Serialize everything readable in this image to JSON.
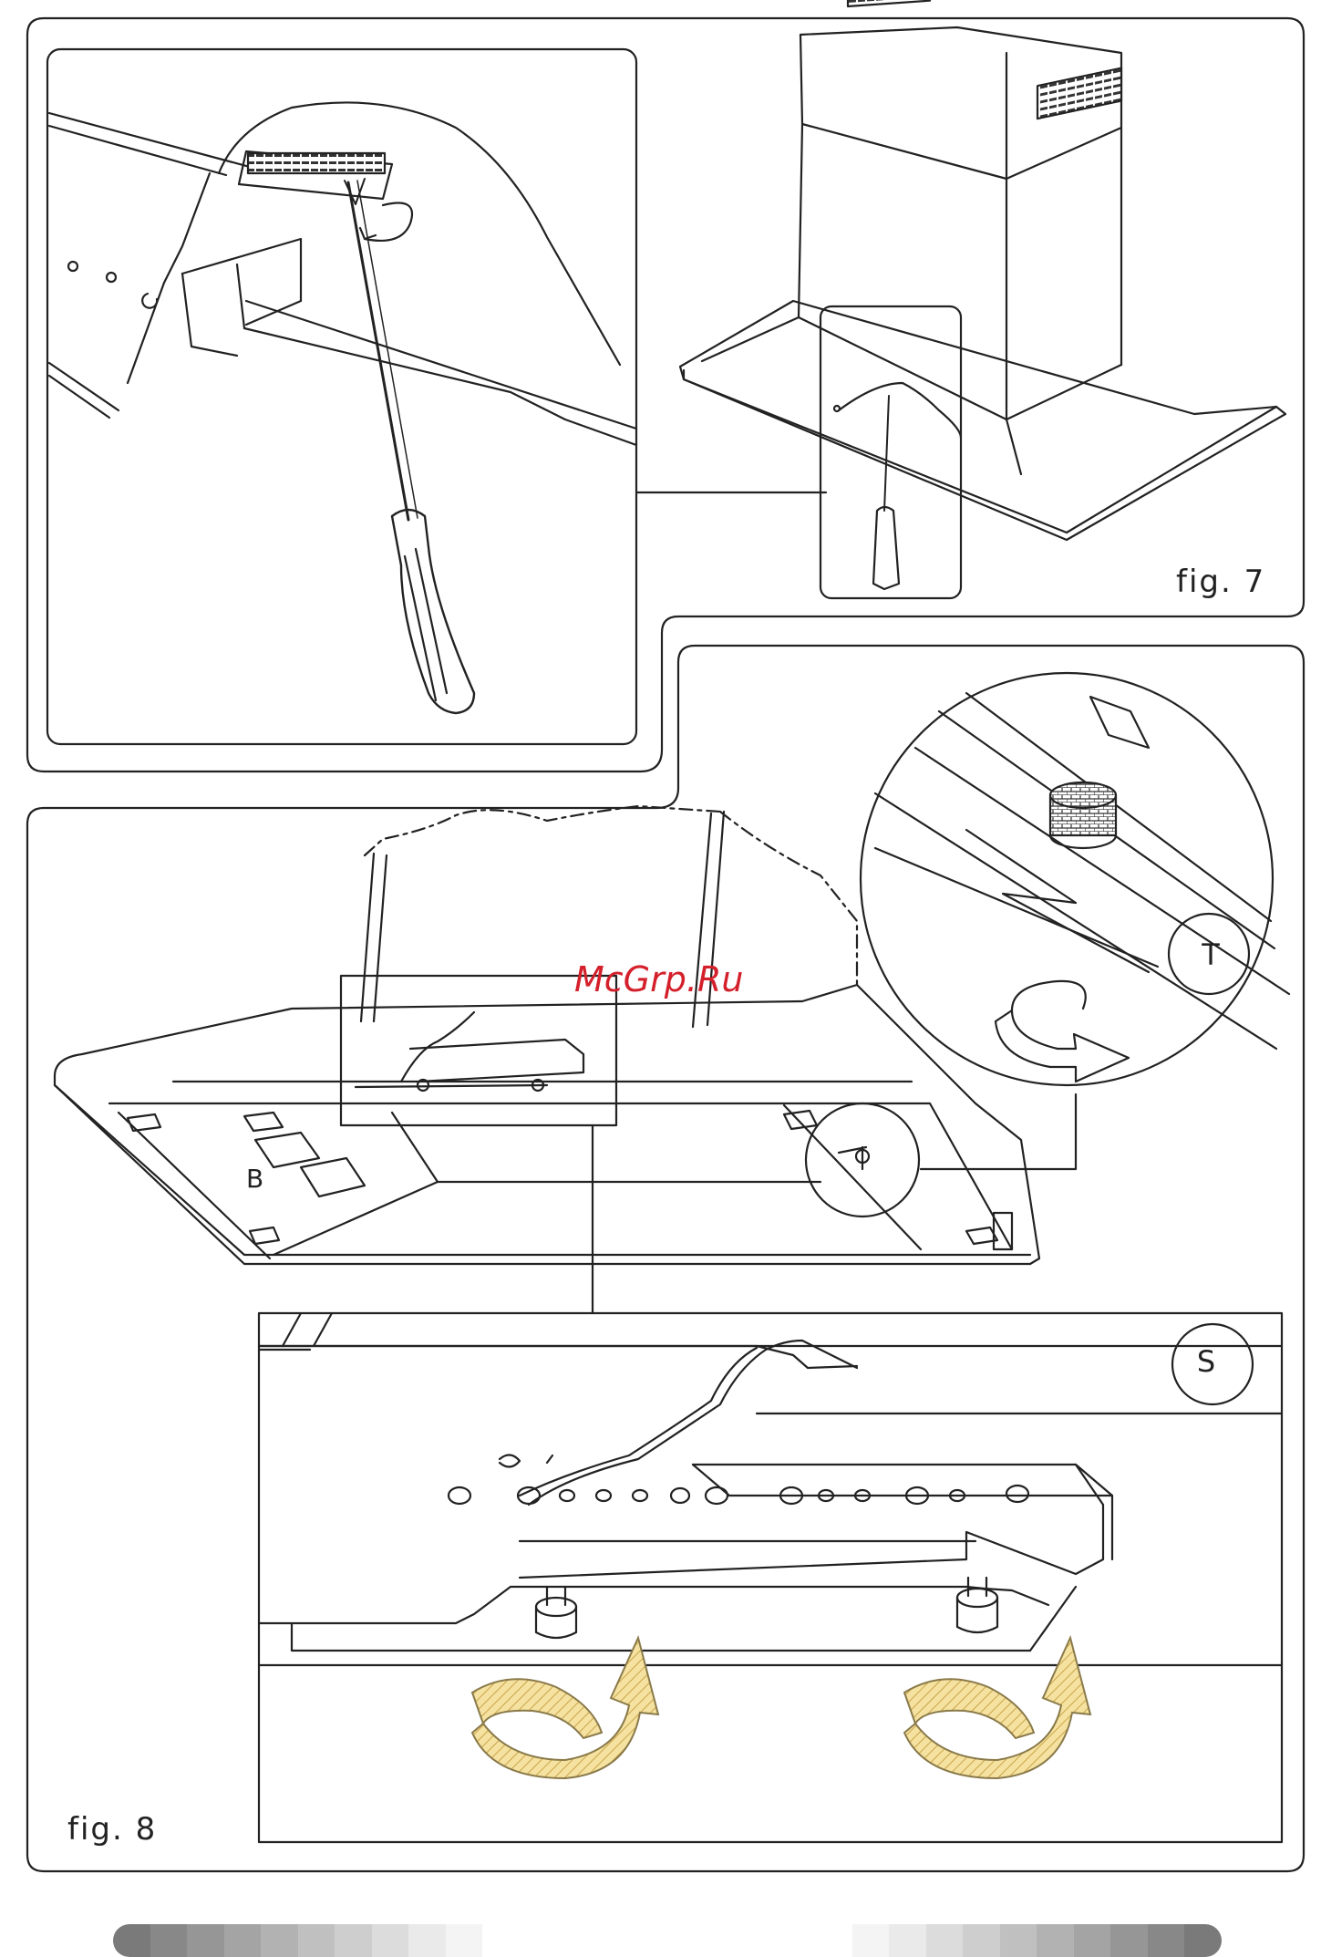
{
  "figures": {
    "fig7_label": "fig. 7",
    "fig8_label": "fig. 8"
  },
  "watermark": "McGrp.Ru",
  "callouts": {
    "t_letter": "T",
    "s_letter": "S"
  },
  "colors": {
    "line": "#222222",
    "arrow_fill": "#f3d98a",
    "arrow_stroke": "#8a7a4a",
    "watermark": "#d4202b"
  },
  "colorbar": [
    "#7a7a7a",
    "#888888",
    "#969696",
    "#a4a4a4",
    "#b2b2b2",
    "#c0c0c0",
    "#cecece",
    "#dcdcdc",
    "#eaeaea",
    "#f4f4f4",
    "#ffffff",
    "#ffffff",
    "#ffffff",
    "#ffffff",
    "#ffffff",
    "#ffffff",
    "#ffffff",
    "#ffffff",
    "#ffffff",
    "#ffffff",
    "#f4f4f4",
    "#eaeaea",
    "#dcdcdc",
    "#cecece",
    "#c0c0c0",
    "#b2b2b2",
    "#a4a4a4",
    "#969696",
    "#888888",
    "#7a7a7a"
  ]
}
